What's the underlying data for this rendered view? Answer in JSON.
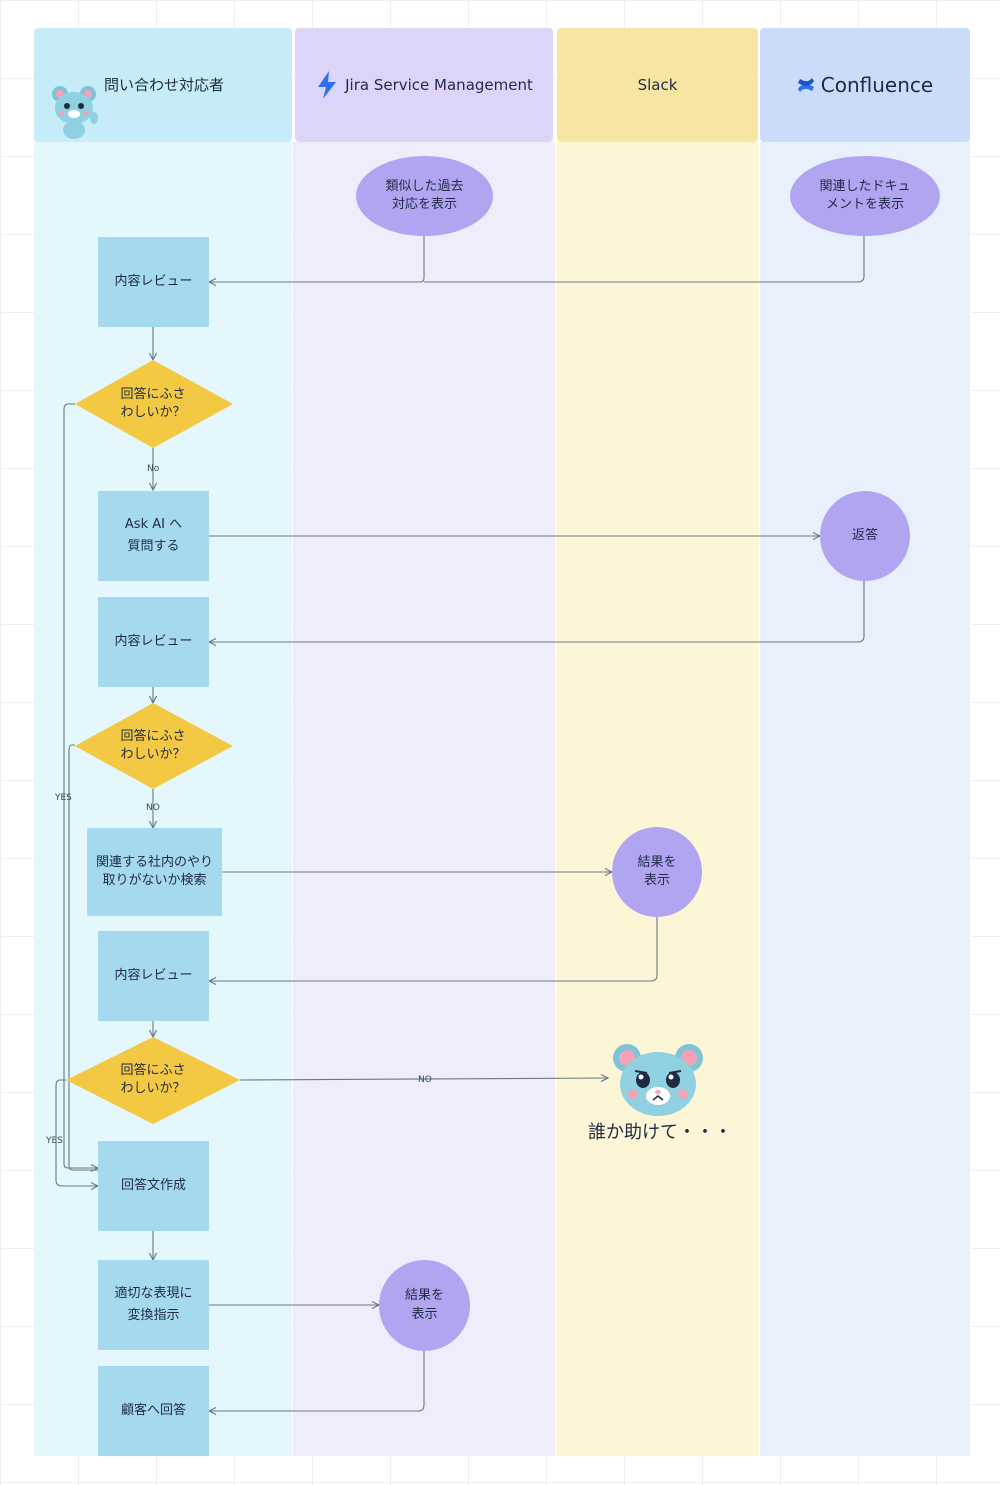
{
  "lanes": {
    "inquirer": "問い合わせ対応者",
    "jira": "Jira Service Management",
    "slack": "Slack",
    "confluence": "Confluence"
  },
  "colors": {
    "lane1_head": "#c6ecf9",
    "lane1_body": "#e3f7fc",
    "lane2_head": "#dcd5f9",
    "lane2_body": "#efedfb",
    "lane3_head": "#f7e6a3",
    "lane3_body": "#fcf6d6",
    "lane4_head": "#cadcfa",
    "lane4_body": "#e8f0fc",
    "process": "#a4d9ee",
    "ellipse": "#b1a5f2",
    "decision": "#f3c843",
    "line": "#6b7785"
  },
  "nodes": {
    "jira_similar": "類似した過去\n対応を表示",
    "confluence_docs": "関連したドキュ\nメントを表示",
    "review1": "内容レビュー",
    "decision1": "回答にふさ\nわしいか？",
    "ask_ai": "Ask AI へ\n質問する",
    "reply": "返答",
    "review2": "内容レビュー",
    "decision2": "回答にふさ\nわしいか？",
    "search_slack": "関連する社内のやり\n取りがないか検索",
    "slack_result": "結果を\n表示",
    "review3": "内容レビュー",
    "decision3": "回答にふさ\nわしいか？",
    "help": "誰か助けて・・・",
    "compose": "回答文作成",
    "convert": "適切な表現に\n変換指示",
    "jira_result": "結果を\n表示",
    "answer": "顧客へ回答"
  },
  "labels": {
    "no1": "No",
    "no2": "NO",
    "no3": "NO",
    "yes1": "YES",
    "yes2": "YES"
  }
}
